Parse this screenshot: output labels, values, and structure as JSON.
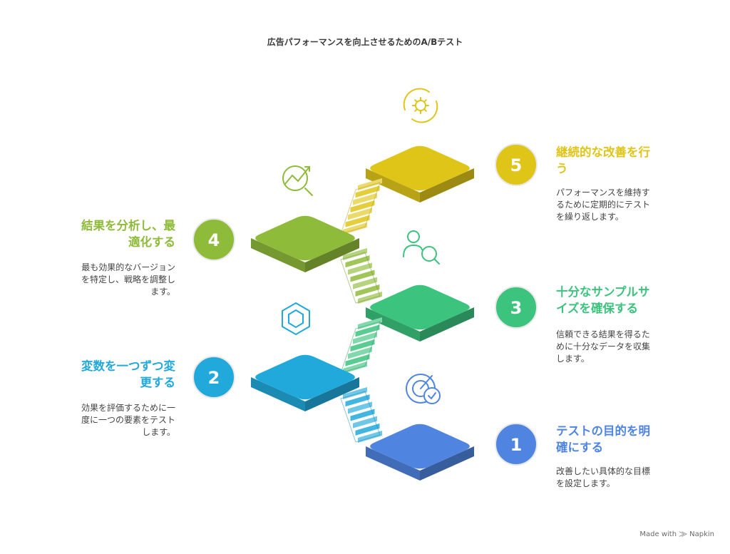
{
  "title": "広告パフォーマンスを向上させるためのA/Bテスト",
  "steps": [
    {
      "number": "1",
      "title_lines": [
        "テストの目的を明",
        "確にする"
      ],
      "description_lines": [
        "改善したい具体的な目標",
        "を設定します。"
      ],
      "color": "#4f85e0",
      "icon": "target-check-icon"
    },
    {
      "number": "2",
      "title_lines": [
        "変数を一つずつ変",
        "更する"
      ],
      "description_lines": [
        "効果を評価するために一",
        "度に一つの要素をテスト",
        "します。"
      ],
      "color": "#21a9db",
      "icon": "hexagon-nut-icon"
    },
    {
      "number": "3",
      "title_lines": [
        "十分なサンプルサ",
        "イズを確保する"
      ],
      "description_lines": [
        "信頼できる結果を得るた",
        "めに十分なデータを収集",
        "します。"
      ],
      "color": "#3cc37d",
      "icon": "user-sample-search-icon"
    },
    {
      "number": "4",
      "title_lines": [
        "結果を分析し、最",
        "適化する"
      ],
      "description_lines": [
        "最も効果的なバージョン",
        "を特定し、戦略を調整し",
        "ます。"
      ],
      "color": "#8fbb3a",
      "icon": "trend-magnifier-icon"
    },
    {
      "number": "5",
      "title_lines": [
        "継続的な改善を行",
        "う"
      ],
      "description_lines": [
        "パフォーマンスを維持す",
        "るために定期的にテスト",
        "を繰り返します。"
      ],
      "color": "#e0c519",
      "icon": "gear-cycle-icon"
    }
  ],
  "footer": {
    "made_with": "Made with",
    "brand": "Napkin"
  }
}
